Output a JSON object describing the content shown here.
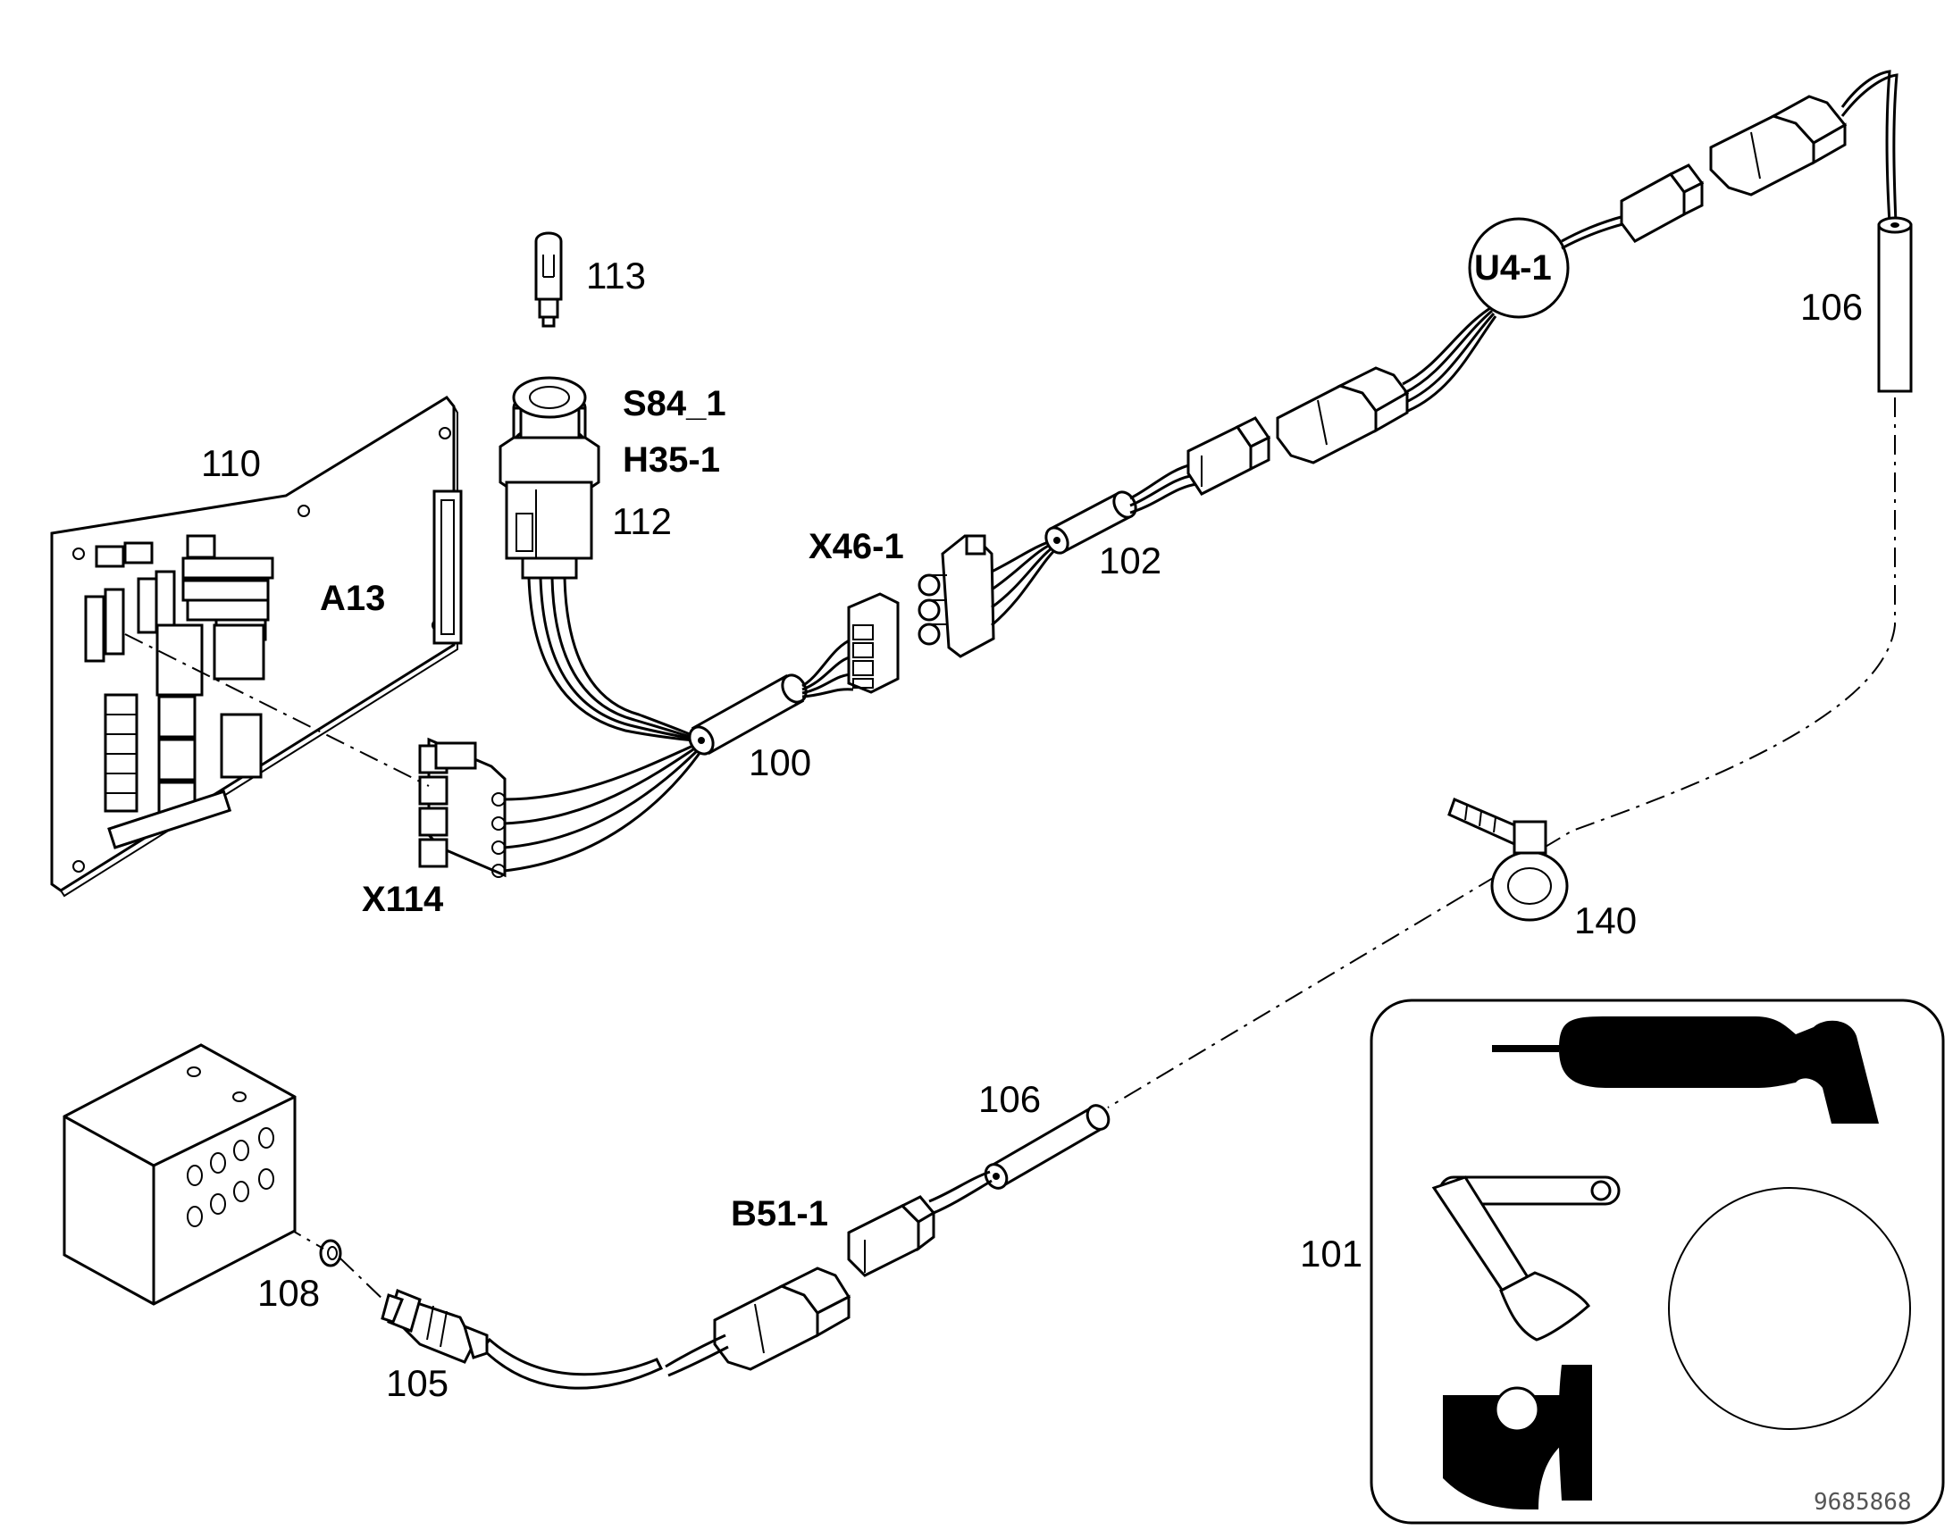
{
  "items": {
    "p100": "100",
    "p101": "101",
    "p102": "102",
    "p105": "105",
    "p106_top": "106",
    "p106_bottom": "106",
    "p108": "108",
    "p110": "110",
    "p112": "112",
    "p113": "113",
    "p140": "140"
  },
  "designators": {
    "a13": "A13",
    "x114": "X114",
    "x46_1": "X46-1",
    "s84_1": "S84_1",
    "h35_1": "H35-1",
    "u4_1": "U4-1",
    "b51_1": "B51-1"
  },
  "document_number": "9685868"
}
